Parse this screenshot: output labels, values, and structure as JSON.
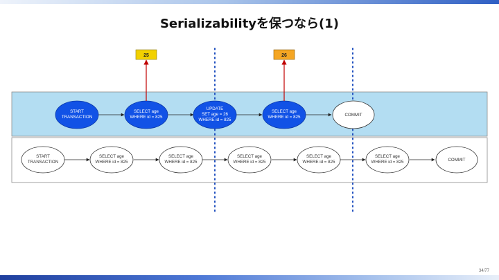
{
  "slide": {
    "title": "Serializabilityを保つなら(1)",
    "page": "34/77"
  },
  "colors": {
    "lane_top_fill": "#b3ddf2",
    "node_active": "#1152e6",
    "node_idle": "#ffffff",
    "read_box_1": "#f2d100",
    "read_box_2": "#f5a623",
    "read_arrow": "#c00000",
    "divider": "#1f4fbf"
  },
  "read_values": [
    "25",
    "26"
  ],
  "top_lane": {
    "nodes": [
      {
        "lines": [
          "START",
          "TRANSACTION"
        ],
        "style": "active"
      },
      {
        "lines": [
          "SELECT age",
          "WHERE id = 825"
        ],
        "style": "active"
      },
      {
        "lines": [
          "UPDATE",
          "SET age = 26",
          "WHERE id = 825"
        ],
        "style": "active"
      },
      {
        "lines": [
          "SELECT age",
          "WHERE id = 825"
        ],
        "style": "active"
      },
      {
        "lines": [
          "COMMIT"
        ],
        "style": "idle"
      }
    ]
  },
  "bottom_lane": {
    "nodes": [
      {
        "lines": [
          "START",
          "TRANSACTION"
        ]
      },
      {
        "lines": [
          "SELECT age",
          "WHERE id = 825"
        ]
      },
      {
        "lines": [
          "SELECT age",
          "WHERE id = 825"
        ]
      },
      {
        "lines": [
          "SELECT age",
          "WHERE id = 825"
        ]
      },
      {
        "lines": [
          "SELECT age",
          "WHERE id = 825"
        ]
      },
      {
        "lines": [
          "SELECT age",
          "WHERE id = 825"
        ]
      },
      {
        "lines": [
          "COMMIT"
        ]
      }
    ]
  }
}
